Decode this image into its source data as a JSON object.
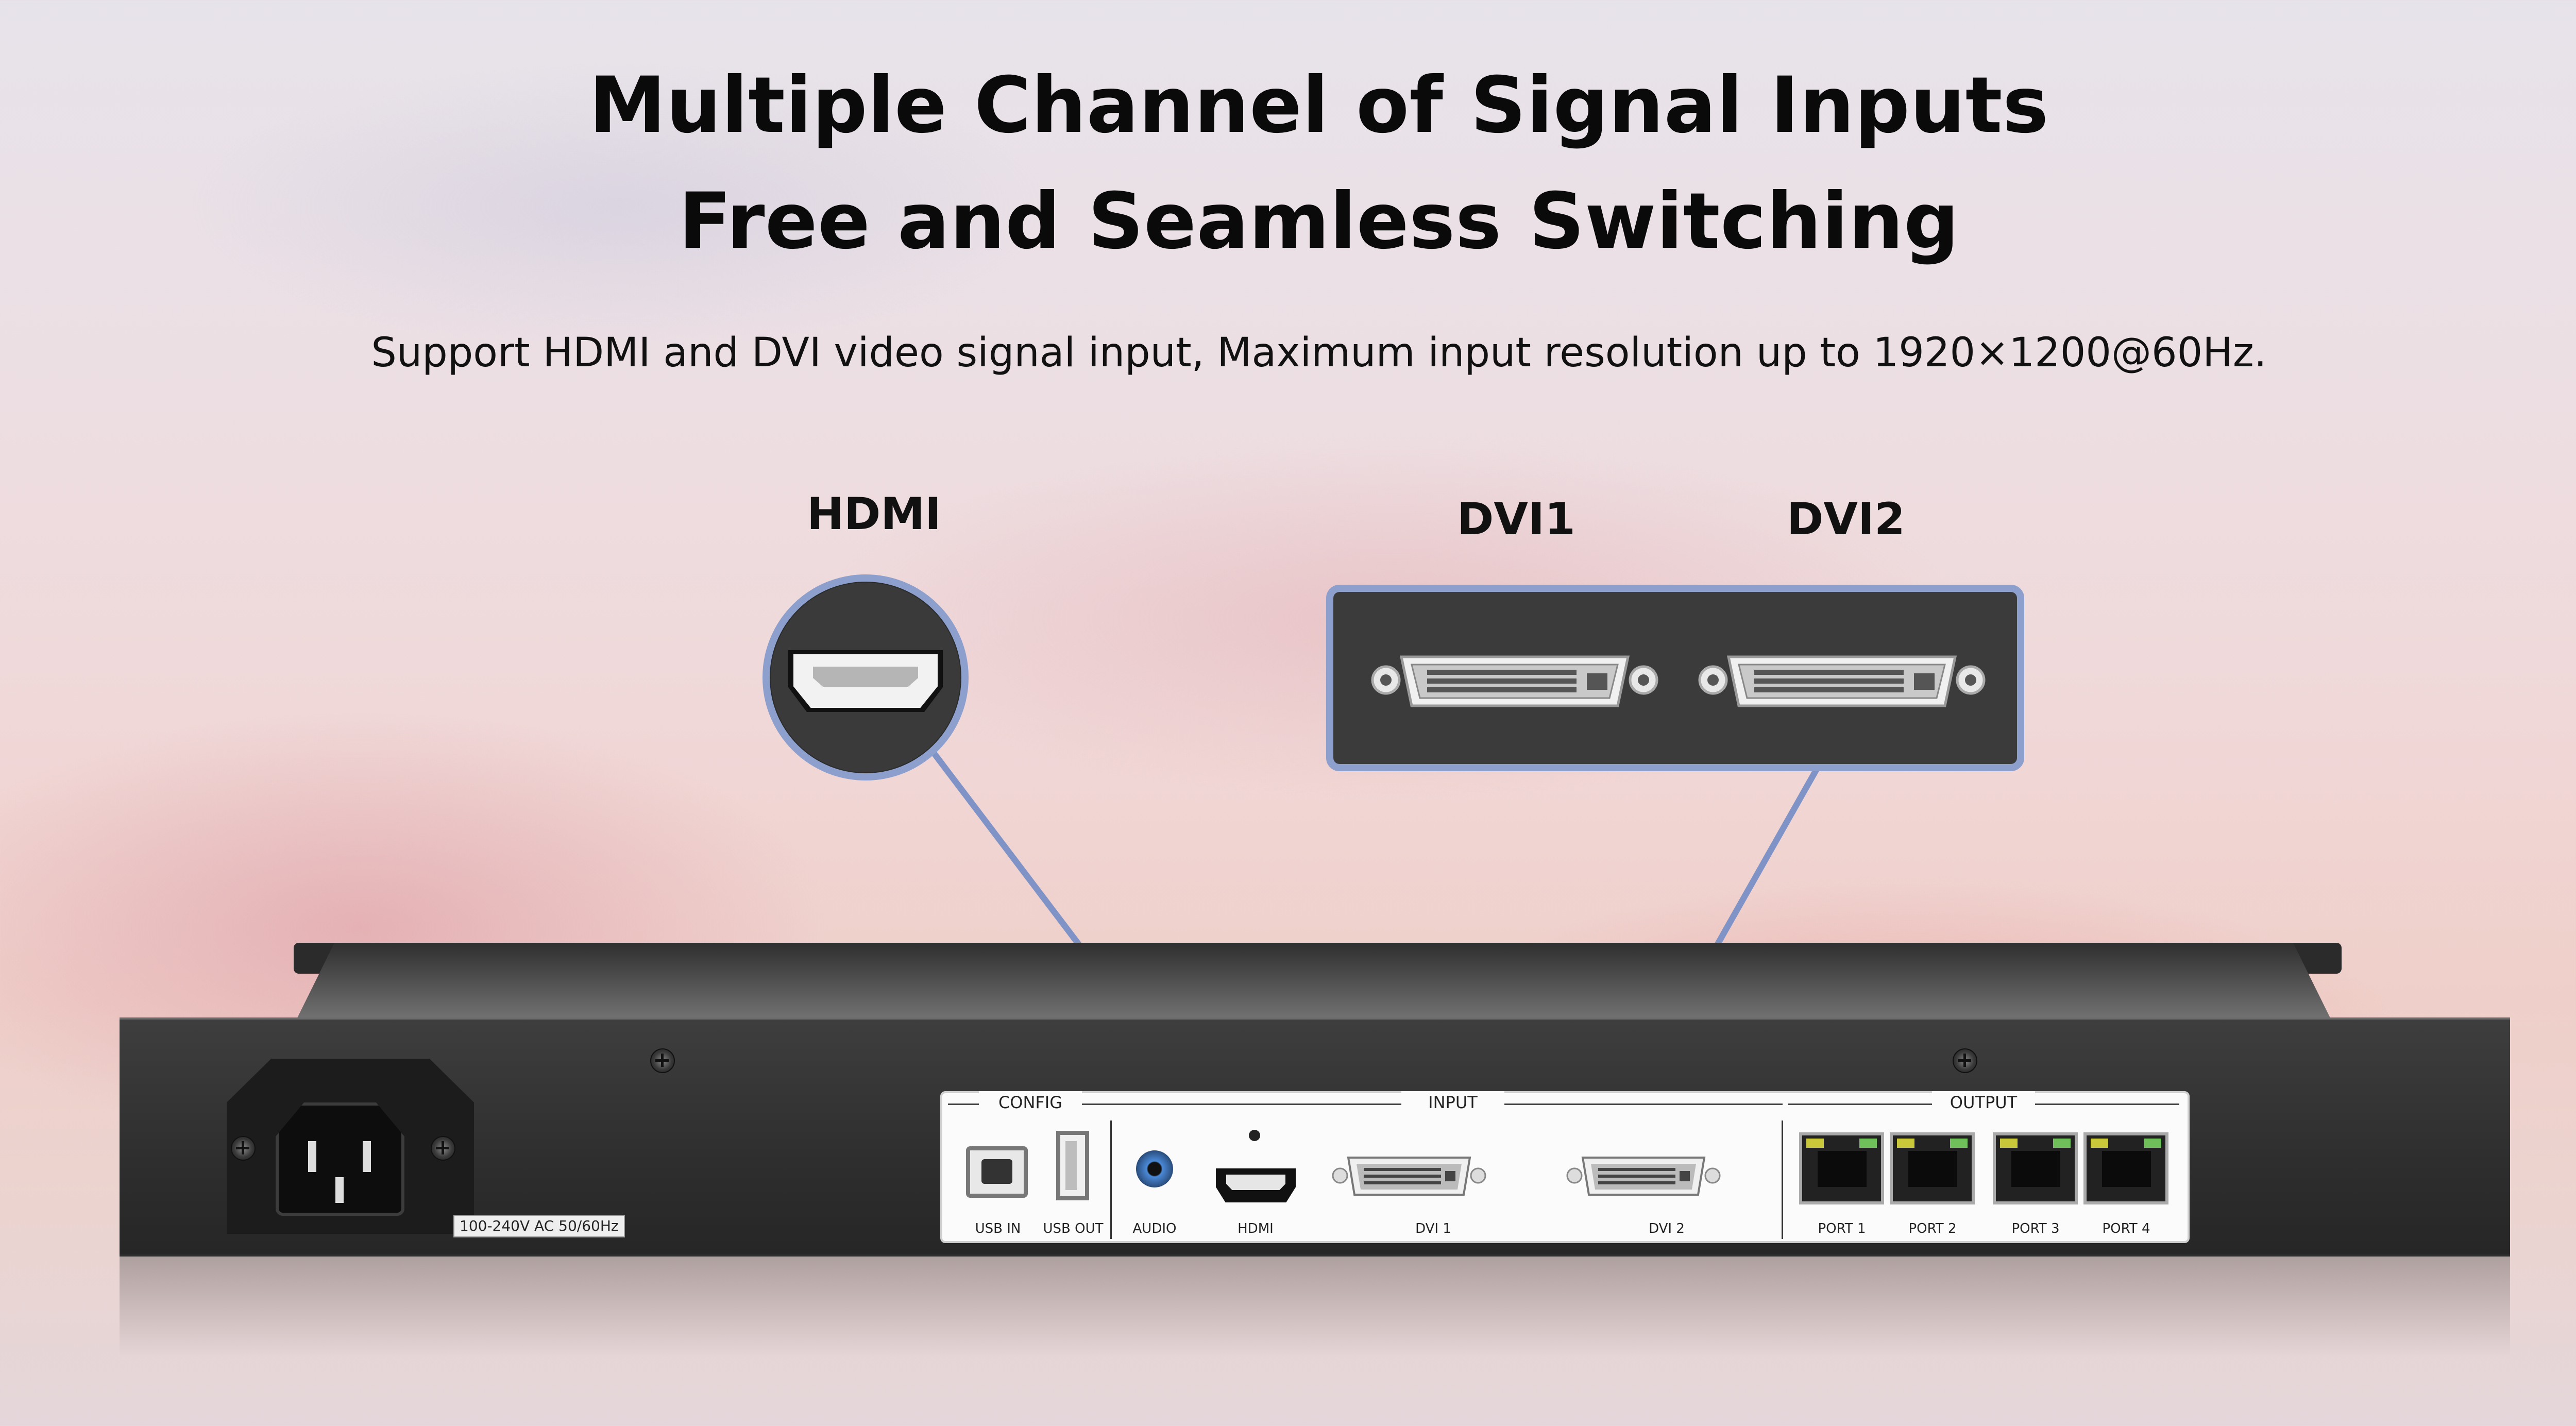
{
  "headline": {
    "line1": "Multiple Channel of Signal Inputs",
    "line2": "Free and Seamless Switching"
  },
  "subtitle": "Support HDMI and DVI video signal input, Maximum input resolution up to 1920×1200@60Hz.",
  "callouts": {
    "hdmi": "HDMI",
    "dvi1": "DVI1",
    "dvi2": "DVI2"
  },
  "device": {
    "power_label": "100-240V AC 50/60Hz",
    "groups": {
      "config": "CONFIG",
      "input": "INPUT",
      "output": "OUTPUT"
    },
    "ports": {
      "usb_in": "USB IN",
      "usb_out": "USB OUT",
      "audio": "AUDIO",
      "hdmi": "HDMI",
      "dvi1": "DVI 1",
      "dvi2": "DVI 2",
      "port1": "PORT 1",
      "port2": "PORT 2",
      "port3": "PORT 3",
      "port4": "PORT 4"
    }
  },
  "colors": {
    "callout_border": "#8d9fcc",
    "leader_line": "#7f93c6"
  }
}
